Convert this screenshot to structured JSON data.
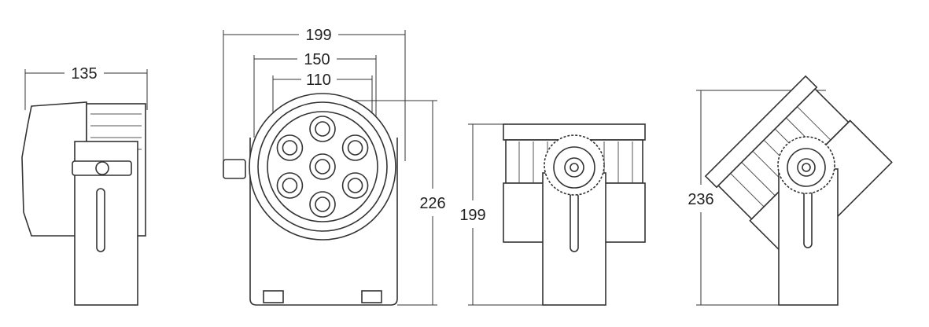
{
  "drawing": {
    "views": [
      {
        "name": "side-view",
        "dimensions": [
          {
            "label": "135",
            "orientation": "horizontal"
          }
        ]
      },
      {
        "name": "front-view",
        "dimensions": [
          {
            "label": "199",
            "orientation": "horizontal"
          },
          {
            "label": "150",
            "orientation": "horizontal"
          },
          {
            "label": "110",
            "orientation": "horizontal"
          },
          {
            "label": "226",
            "orientation": "vertical"
          }
        ],
        "led_count": 7
      },
      {
        "name": "rear-view",
        "dimensions": [
          {
            "label": "199",
            "orientation": "vertical"
          }
        ]
      },
      {
        "name": "tilted-view",
        "dimensions": [
          {
            "label": "236",
            "orientation": "vertical"
          }
        ]
      }
    ]
  }
}
